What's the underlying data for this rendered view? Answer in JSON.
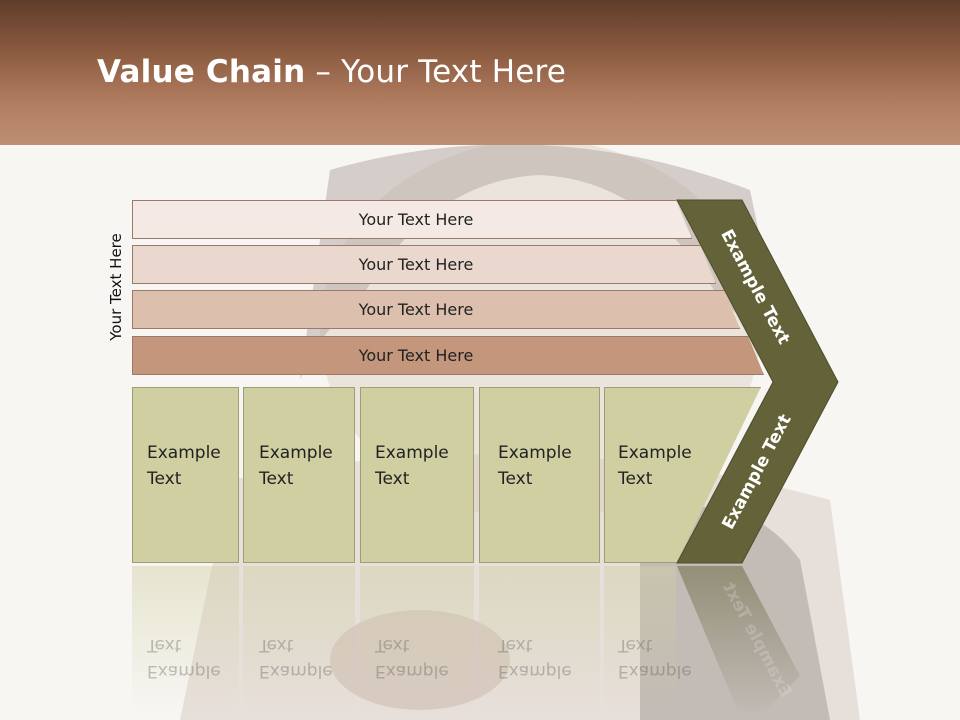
{
  "title": {
    "bold": "Value Chain",
    "rest": " – Your Text Here"
  },
  "side_label": "Your Text Here",
  "bars": [
    {
      "label": "Your Text Here",
      "color": "#f4e9e5"
    },
    {
      "label": "Your Text Here",
      "color": "#ead7cd"
    },
    {
      "label": "Your Text Here",
      "color": "#ddbfae"
    },
    {
      "label": "Your Text Here",
      "color": "#c4967c"
    }
  ],
  "boxes": [
    {
      "line1": "Example",
      "line2": "Text"
    },
    {
      "line1": "Example",
      "line2": "Text"
    },
    {
      "line1": "Example",
      "line2": "Text"
    },
    {
      "line1": "Example",
      "line2": "Text"
    },
    {
      "line1": "Example",
      "line2": "Text"
    }
  ],
  "chevron": {
    "top_label": "Example Text",
    "bottom_label": "Example Text",
    "color": "#636238"
  }
}
